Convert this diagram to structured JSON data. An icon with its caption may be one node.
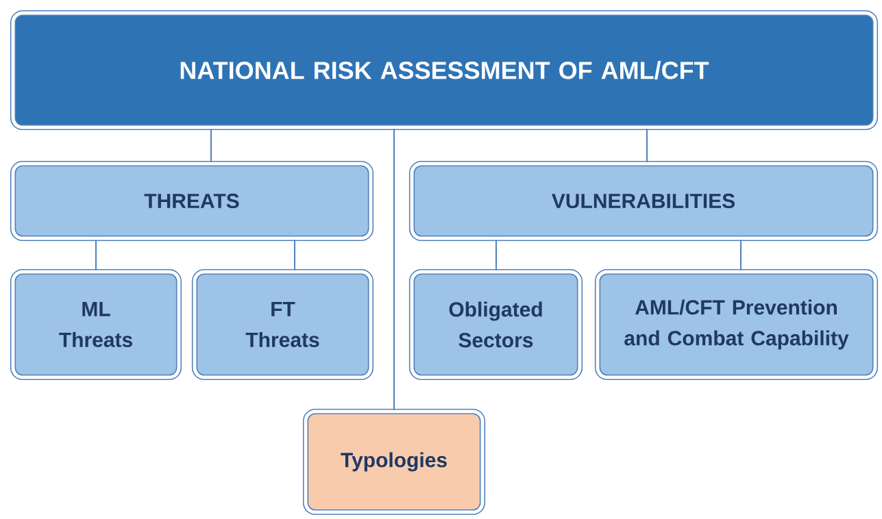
{
  "diagram": {
    "nodes": [
      {
        "text": [
          "NATIONAL RISK ASSESSMENT OF AML/CFT"
        ]
      },
      {
        "text": [
          "THREATS"
        ]
      },
      {
        "text": [
          "VULNERABILITIES"
        ]
      },
      {
        "text": [
          "ML Threats"
        ]
      },
      {
        "text": [
          "FT Threats"
        ]
      },
      {
        "text": [
          "Obligated Sectors"
        ]
      },
      {
        "text": [
          "AML/CFT Prevention and Combat Capability"
        ]
      },
      {
        "text": [
          "Typologies"
        ]
      }
    ],
    "edges": [
      {
        "from": 0,
        "to": 1,
        "arrow": "none"
      },
      {
        "from": 0,
        "to": 7,
        "arrow": "none"
      },
      {
        "from": 0,
        "to": 2,
        "arrow": "none"
      },
      {
        "from": 1,
        "to": 3,
        "arrow": "none"
      },
      {
        "from": 1,
        "to": 4,
        "arrow": "none"
      },
      {
        "from": 2,
        "to": 5,
        "arrow": "none"
      },
      {
        "from": 2,
        "to": 6,
        "arrow": "none"
      }
    ]
  }
}
